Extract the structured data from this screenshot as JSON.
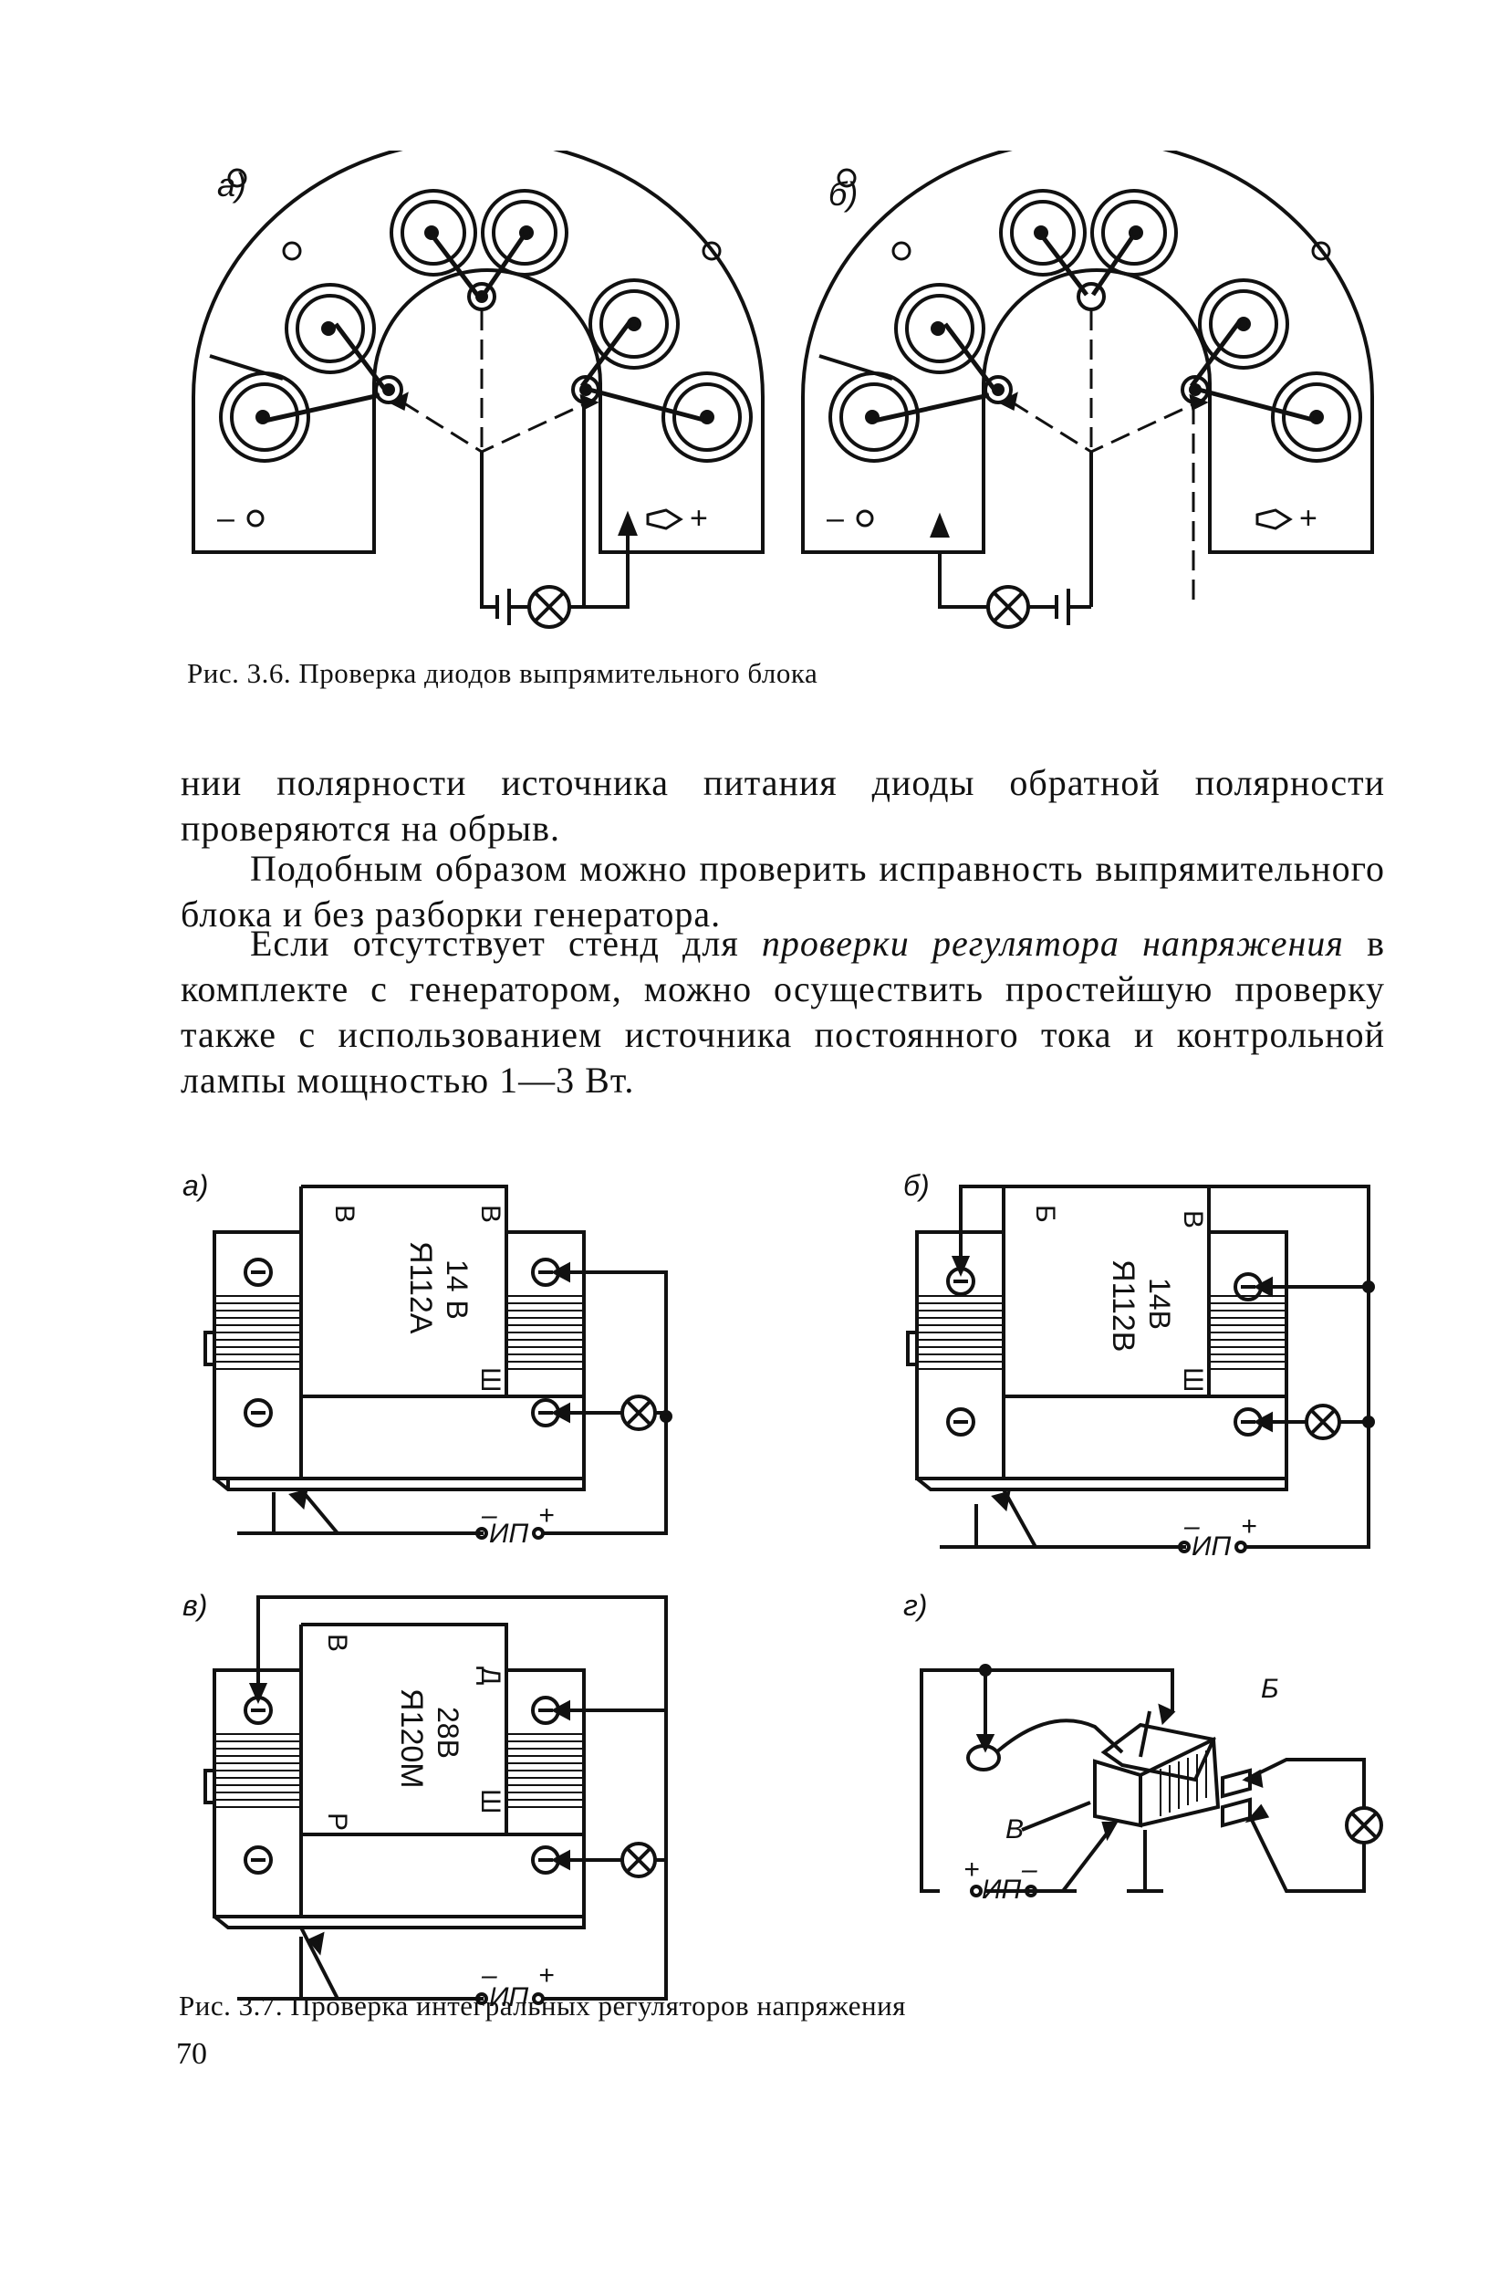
{
  "fig36": {
    "label_a": "а)",
    "label_b": "б)",
    "minus": "–",
    "plus": "+",
    "caption": "Рис. 3.6. Проверка диодов выпрямительного блока"
  },
  "text": {
    "p1": "нии полярности источника питания диоды обратной полярности проверяются на обрыв.",
    "p2": "Подобным образом можно проверить исправность выпрямительного блока и без разборки генератора.",
    "p3_before": "Если отсутствует стенд для ",
    "p3_italic": "проверки регулятора напряжения",
    "p3_after": " в комплекте с генератором, можно осуществить простейшую проверку также с использованием источника постоянного тока и контрольной лампы мощностью 1—3 Вт."
  },
  "fig37": {
    "a": {
      "label": "а)",
      "model": "Я112А",
      "voltage": "14 В",
      "term_tl": "В",
      "term_tr": "В",
      "term_br": "Ш",
      "source": "ИП"
    },
    "b": {
      "label": "б)",
      "model": "Я112В",
      "voltage": "14В",
      "term_tl": "Б",
      "term_tr": "В",
      "term_br": "Ш",
      "source": "ИП"
    },
    "v": {
      "label": "в)",
      "model": "Я120М",
      "voltage": "28В",
      "term_tl": "В",
      "term_tr": "Д",
      "term_bl": "Р",
      "term_br": "Ш",
      "source": "ИП"
    },
    "g": {
      "label": "г)",
      "callout_b": "Б",
      "callout_v": "В",
      "source": "ИП"
    },
    "minus": "–",
    "plus": "+",
    "caption": "Рис. 3.7. Проверка интегральных регуляторов напряжения"
  },
  "page_number": "70"
}
